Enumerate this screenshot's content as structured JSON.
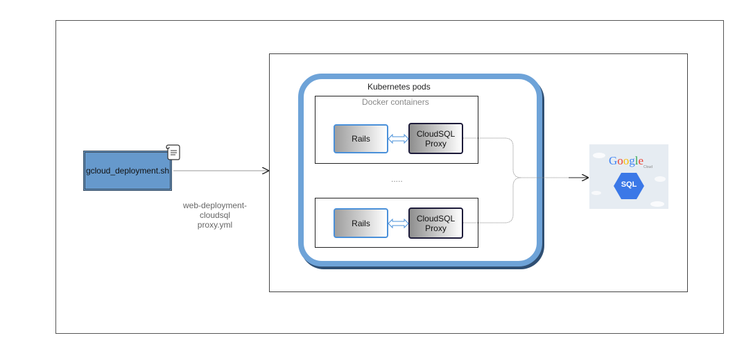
{
  "script": {
    "filename": "gcloud_deployment.sh"
  },
  "yaml_label": {
    "line1": "web-deployment-",
    "line2": "cloudsql",
    "line3": "proxy.yml"
  },
  "pods": {
    "title": "Kubernetes pods"
  },
  "containers": {
    "title": "Docker containers"
  },
  "rows": [
    {
      "rails": "Rails",
      "proxy_line1": "CloudSQL",
      "proxy_line2": "Proxy"
    },
    {
      "rails": "Rails",
      "proxy_line1": "CloudSQL",
      "proxy_line2": "Proxy"
    }
  ],
  "ellipsis": ".....",
  "google_sql": {
    "brand": [
      "G",
      "o",
      "o",
      "g",
      "l",
      "e"
    ],
    "brand_colors": [
      "#4285F4",
      "#EA4335",
      "#FBBC05",
      "#4285F4",
      "#34A853",
      "#EA4335"
    ],
    "brand_sub": "Cloud",
    "badge": "SQL"
  },
  "colors": {
    "pod_border": "#6ea3d8",
    "rails_border": "#4a90d9",
    "script_fill": "#6699cc",
    "sql_badge": "#3b78e7"
  }
}
